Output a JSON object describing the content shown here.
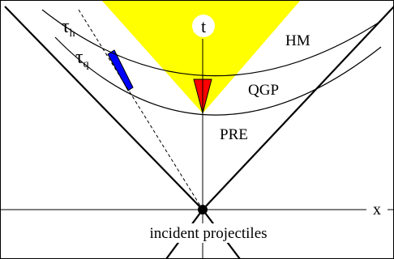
{
  "labels": {
    "t_axis": "t",
    "x_axis": "x",
    "tau_h": "τ",
    "tau_h_sub": "h",
    "tau_q": "τ",
    "tau_q_sub": "q",
    "hm": "HM",
    "qgp": "QGP",
    "pre": "PRE",
    "incident": "incident projectiles"
  },
  "colors": {
    "background": "#ffffff",
    "forward_cone": "#ffff00",
    "red_region": "#ff0000",
    "blue_region": "#0000ff",
    "lines": "#000000"
  }
}
